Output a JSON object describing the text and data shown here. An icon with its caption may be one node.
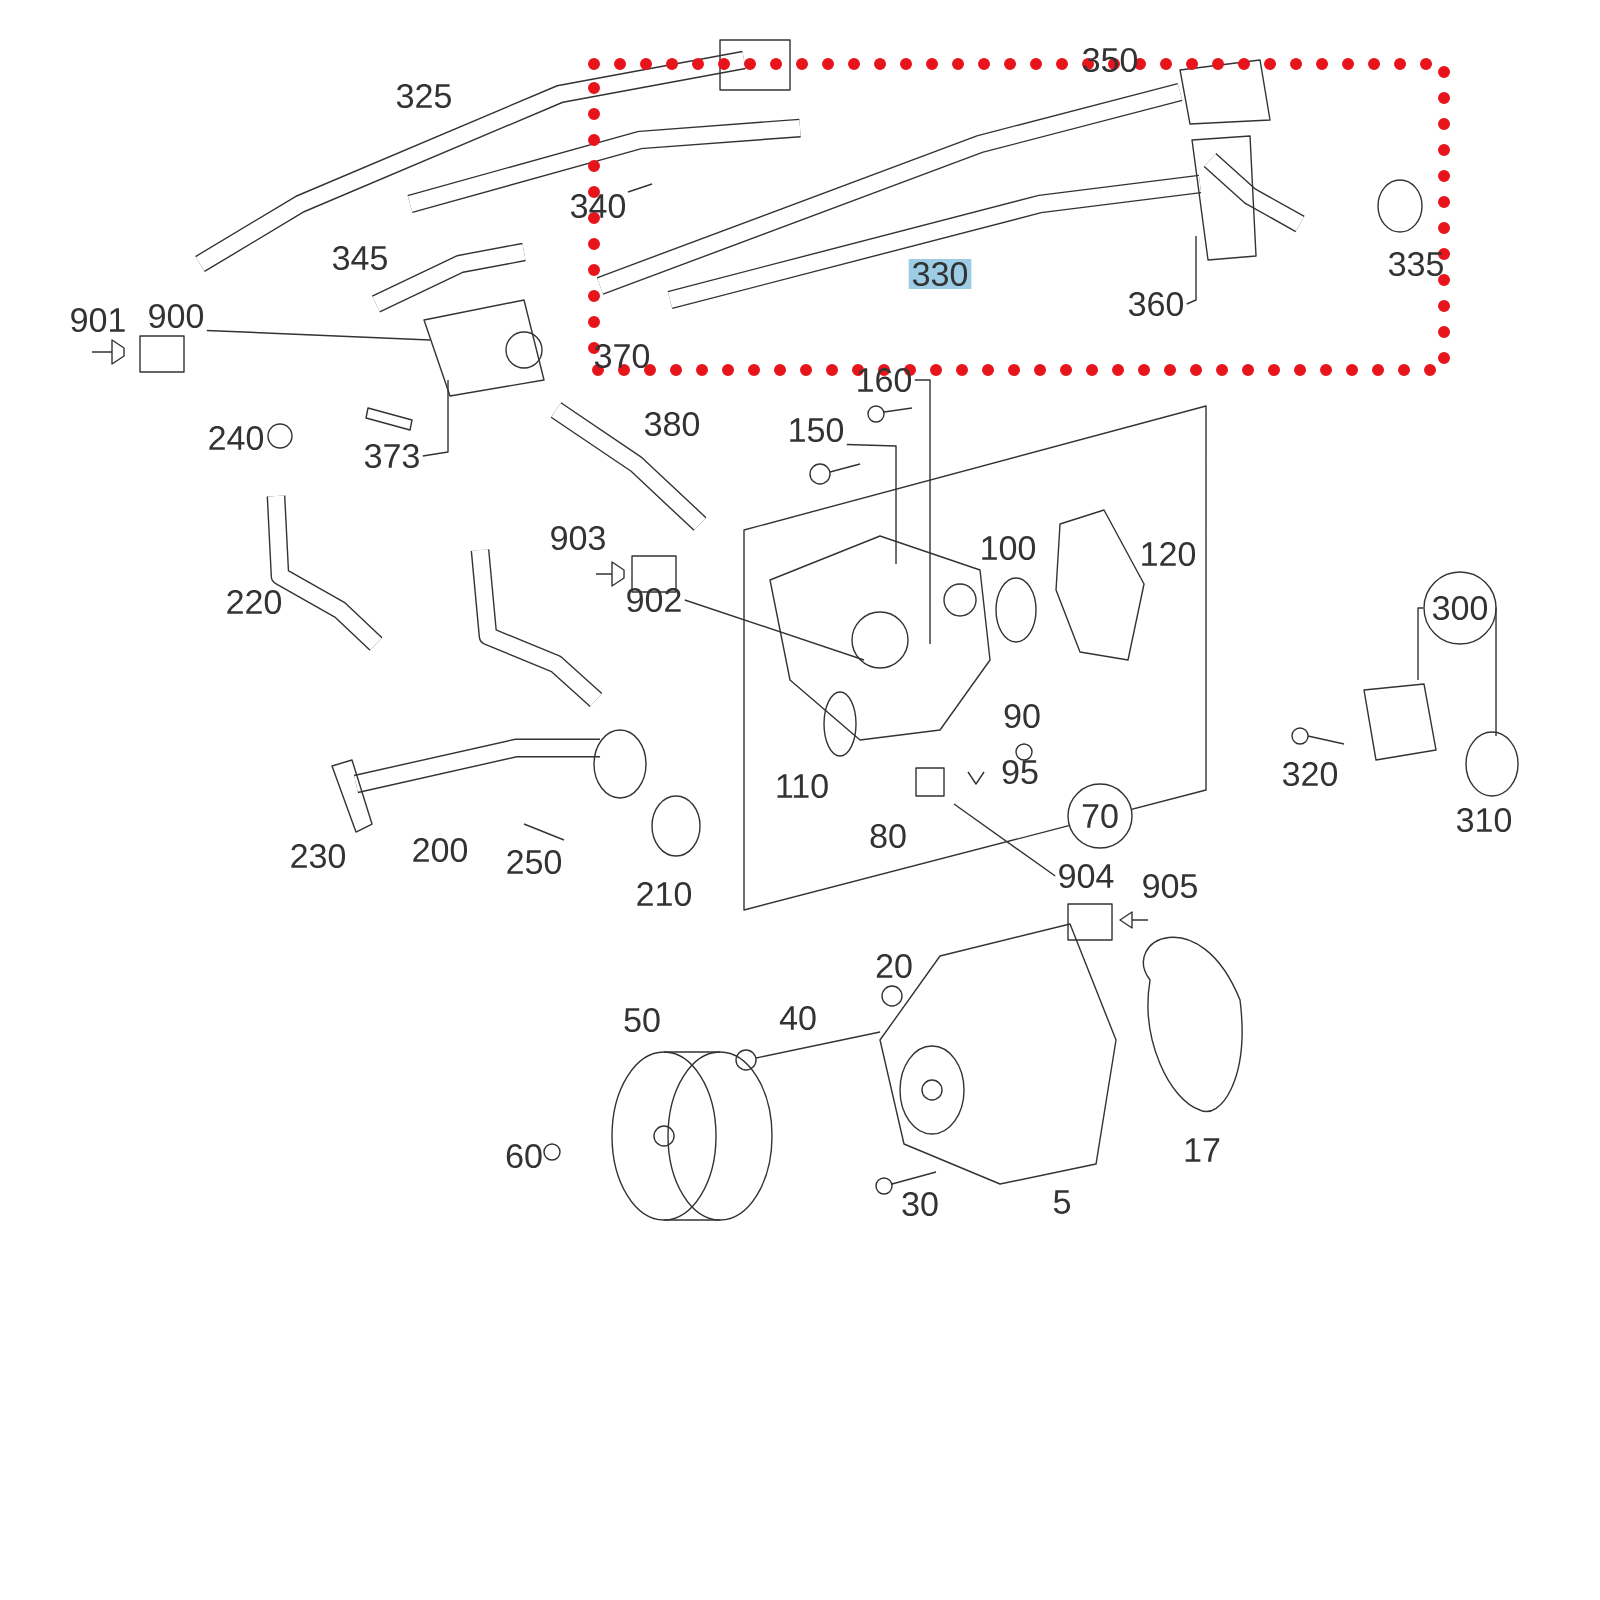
{
  "diagram": {
    "nodes": [
      {
        "text": [
          "373"
        ]
      },
      {
        "text": [
          "360"
        ]
      },
      {
        "text": [
          "150"
        ]
      },
      {
        "text": [
          "160"
        ]
      },
      {
        "text": [
          "300"
        ]
      },
      {
        "text": [
          "900"
        ]
      },
      {
        "text": [
          "902"
        ]
      },
      {
        "text": [
          "904"
        ]
      },
      {
        "text": [
          "70"
        ]
      }
    ],
    "edges": [
      {
        "from": 0,
        "to": null,
        "arrow": "none"
      },
      {
        "from": 1,
        "to": null,
        "arrow": "none"
      },
      {
        "from": 2,
        "to": null,
        "arrow": "none"
      },
      {
        "from": 3,
        "to": null,
        "arrow": "none"
      },
      {
        "from": 4,
        "to": null,
        "arrow": "none"
      },
      {
        "from": 4,
        "to": null,
        "arrow": "none"
      },
      {
        "from": 5,
        "to": null,
        "arrow": "none"
      },
      {
        "from": 6,
        "to": null,
        "arrow": "none"
      },
      {
        "from": 7,
        "to": null,
        "arrow": "none"
      }
    ],
    "labels": [
      "325",
      "350",
      "340",
      "345",
      "330",
      "335",
      "901",
      "370",
      "240",
      "380",
      "903",
      "100",
      "120",
      "220",
      "90",
      "95",
      "320",
      "110",
      "80",
      "310",
      "230",
      "200",
      "250",
      "210",
      "905",
      "20",
      "50",
      "40",
      "60",
      "17",
      "30",
      "5"
    ]
  }
}
